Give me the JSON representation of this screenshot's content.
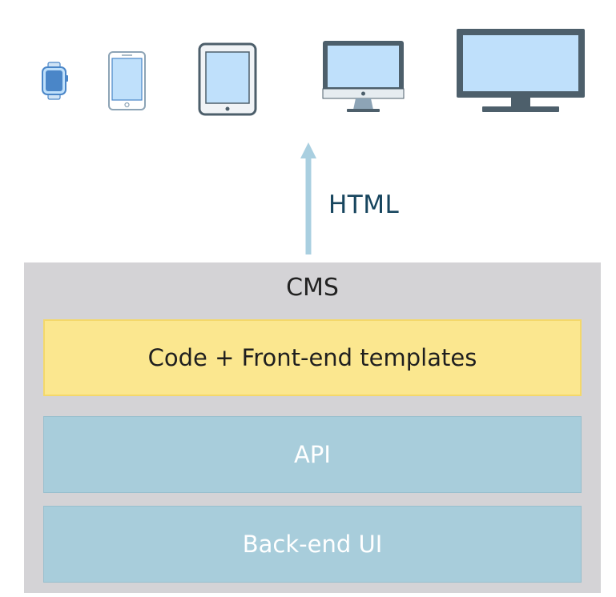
{
  "devices": [
    {
      "name": "smartwatch",
      "icon": "smartwatch-icon"
    },
    {
      "name": "smartphone",
      "icon": "smartphone-icon"
    },
    {
      "name": "tablet",
      "icon": "tablet-icon"
    },
    {
      "name": "desktop",
      "icon": "desktop-icon"
    },
    {
      "name": "tv",
      "icon": "tv-icon"
    }
  ],
  "arrow": {
    "label": "HTML",
    "color": "#a9cfe0",
    "label_color": "#17455e"
  },
  "cms": {
    "title": "CMS",
    "background": "#d4d3d6",
    "layers": {
      "code": {
        "label": "Code + Front-end templates",
        "color": "#fbe78f"
      },
      "api": {
        "label": "API",
        "color": "#a8cddb"
      },
      "backend": {
        "label": "Back-end UI",
        "color": "#a8cddb"
      }
    }
  },
  "colors": {
    "device_screen": "#bfe0fb",
    "device_frame_dark": "#4d5f6b",
    "watch_face": "#4a86c8"
  }
}
